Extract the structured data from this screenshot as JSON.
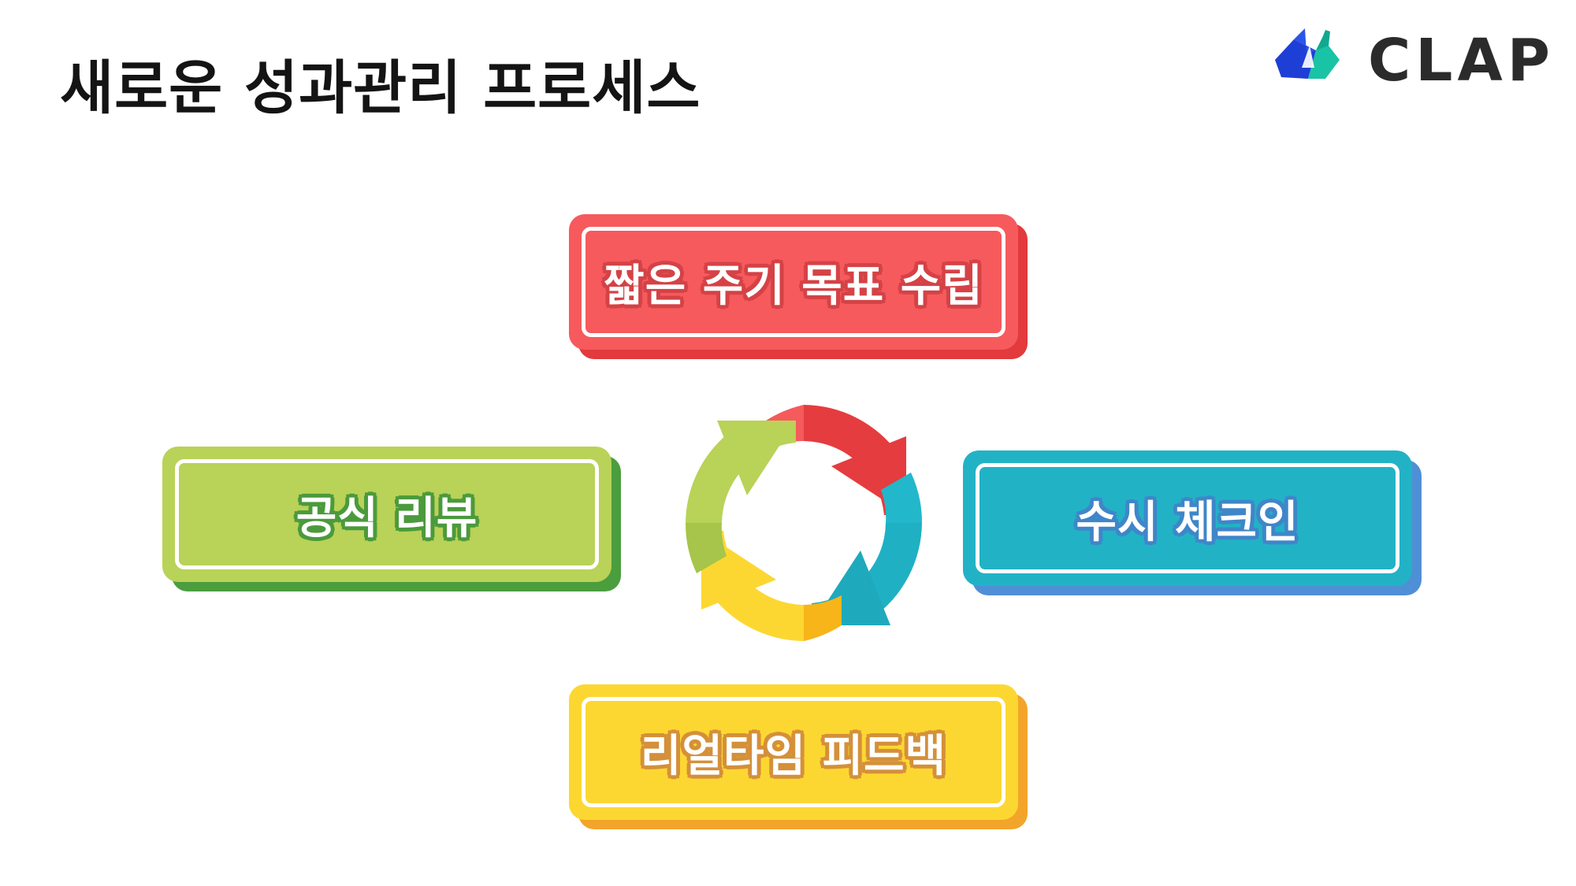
{
  "title": "새로운 성과관리 프로세스",
  "brand": {
    "name": "CLAP",
    "logo_colors": [
      "#1e3fd6",
      "#19c3a5"
    ]
  },
  "process": {
    "steps": [
      {
        "id": "top",
        "label": "짧은 주기 목표 수립",
        "color": "#f65a5d"
      },
      {
        "id": "right",
        "label": "수시 체크인",
        "color": "#22b2c6"
      },
      {
        "id": "bottom",
        "label": "리얼타임 피드백",
        "color": "#fdd731"
      },
      {
        "id": "left",
        "label": "공식 리뷰",
        "color": "#b9d258"
      }
    ],
    "cycle_icon": "cycle-arrows-icon"
  }
}
